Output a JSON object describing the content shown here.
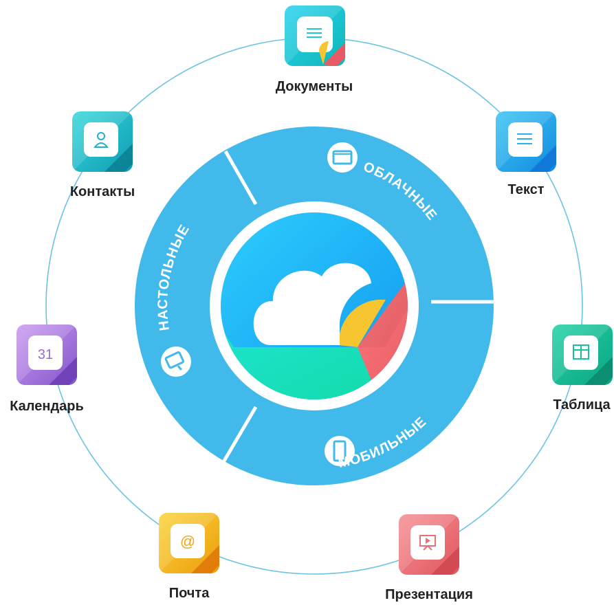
{
  "ring_segments": {
    "cloud": {
      "label": "ОБЛАЧНЫЕ",
      "icon": "browser-window-icon"
    },
    "mobile": {
      "label": "МОБИЛЬНЫЕ",
      "icon": "smartphone-icon"
    },
    "desktop": {
      "label": "НАСТОЛЬНЫЕ",
      "icon": "desktop-monitor-icon"
    }
  },
  "apps": {
    "documents": {
      "label": "Документы",
      "icon": "document-icon",
      "color": "#11C4C9"
    },
    "text": {
      "label": "Текст",
      "icon": "text-lines-icon",
      "color": "#1FA3E8"
    },
    "table": {
      "label": "Таблица",
      "icon": "spreadsheet-icon",
      "color": "#12B88F"
    },
    "presentation": {
      "label": "Презентация",
      "icon": "presentation-screen-icon",
      "color": "#EC6F75"
    },
    "mail": {
      "label": "Почта",
      "icon": "at-sign-icon",
      "color": "#F2B319"
    },
    "calendar": {
      "label": "Календарь",
      "icon": "calendar-icon",
      "badge": "31",
      "color": "#9B6AD8"
    },
    "contacts": {
      "label": "Контакты",
      "icon": "contact-person-icon",
      "color": "#1DB3C4"
    }
  },
  "colors": {
    "ring": "#41B9EA",
    "outer_circle": "#6CC3E4",
    "center_blue": "#1BA8F0",
    "center_teal": "#13E0C0",
    "center_red": "#F26B6E",
    "sun": "#F7C530"
  }
}
